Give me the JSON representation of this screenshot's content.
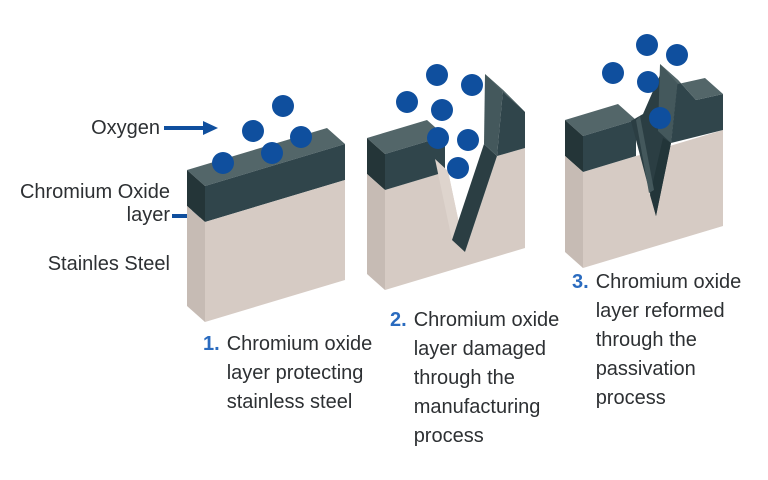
{
  "title": "Chromium oxide passivation of stainless steel diagram",
  "colors": {
    "background": "#ffffff",
    "accent_blue": "#0f4f9e",
    "number_blue": "#2a6bbf",
    "text_dark": "#2d3033",
    "steel_front": "#d6cbc4",
    "steel_side": "#c6bbb4",
    "oxide_front": "#30454b",
    "oxide_top": "#536669",
    "oxide_side": "#243538",
    "v_wall_light": "#ded4cd",
    "v_wall_dark": "#2b3e43",
    "v_deep": "#223539",
    "flank": "#44585c"
  },
  "labels": {
    "oxygen": "Oxygen",
    "chromium_oxide_lines": [
      "Chromium Oxide",
      "layer"
    ],
    "stainless_steel": "Stainles Steel"
  },
  "captions": [
    {
      "number": "1.",
      "lines": [
        "Chromium oxide",
        "layer protecting",
        "stainless steel"
      ]
    },
    {
      "number": "2.",
      "lines": [
        "Chromium oxide",
        "layer damaged",
        "through the",
        "manufacturing",
        "process"
      ]
    },
    {
      "number": "3.",
      "lines": [
        "Chromium oxide",
        "layer reformed",
        "through the",
        "passivation",
        "process"
      ]
    }
  ],
  "steps": [
    {
      "id": 1,
      "state": "protected",
      "oxygen_dots": 5
    },
    {
      "id": 2,
      "state": "damaged",
      "oxygen_dots": 7
    },
    {
      "id": 3,
      "state": "reformed",
      "oxygen_dots": 5
    }
  ]
}
